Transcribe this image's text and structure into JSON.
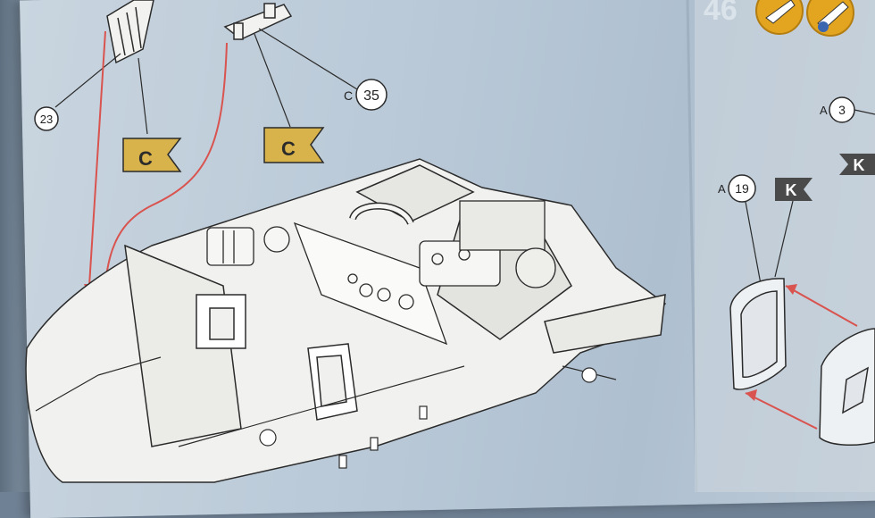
{
  "step": {
    "number": "46"
  },
  "callouts": {
    "part_23": "23",
    "part_c35_letter": "C",
    "part_c35_number": "35",
    "part_a3_letter": "A",
    "part_a3_number": "3",
    "part_a19_letter": "A",
    "part_a19_number": "19"
  },
  "flags": {
    "flag_c_left": "C",
    "flag_c_right": "C",
    "flag_k_top": "K",
    "flag_k_mid": "K"
  },
  "colors": {
    "page": "#b9c8d6",
    "line": "#2b2b2b",
    "arrow": "#d9534f",
    "flag_gold": "#d8b24a",
    "flag_grey": "#4a4a4a",
    "paint_badge": "#e3a51f"
  }
}
